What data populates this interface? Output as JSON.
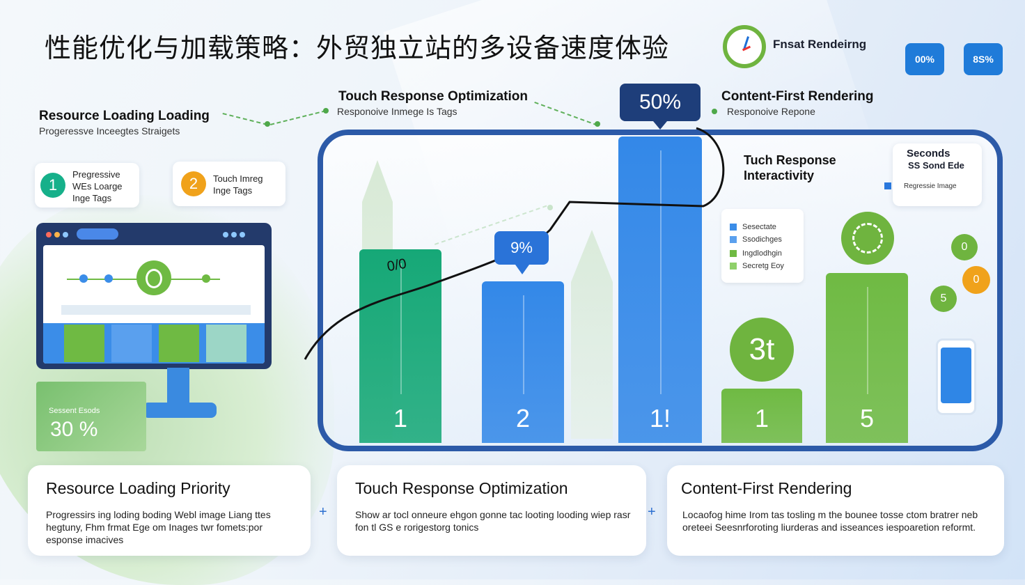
{
  "title": "性能优化与加载策略：外贸独立站的多设备速度体验",
  "brand": {
    "name": "Fnsat Rendeirng",
    "badges": [
      "00%",
      "8S%"
    ]
  },
  "top_labels": {
    "resource": {
      "heading": "Resource Loading Loading",
      "sub": "Progeressve Inceegtes Straigets"
    },
    "touch": {
      "heading": "Touch Response Optimization",
      "sub": "Responoive Inmege Is Tags"
    },
    "content": {
      "heading": "Content-First Rendering",
      "sub": "Responoive Repone"
    }
  },
  "steps": [
    {
      "num": "1",
      "text": "Pregressive WEs Loarge Inge Tags",
      "color": "#16b08a"
    },
    {
      "num": "2",
      "text": "Touch Imreg Inge Tags",
      "color": "#f0a21b"
    }
  ],
  "stat_panel": {
    "small": "Sessent Esods",
    "big": "30 %"
  },
  "chart_data": {
    "type": "bar",
    "categories": [
      "1",
      "2",
      "1!",
      "1",
      "5"
    ],
    "values": [
      278,
      232,
      440,
      78,
      244
    ],
    "colors": [
      "#16a877",
      "#3388e8",
      "#3388e8",
      "#6fba43",
      "#6fba43"
    ],
    "callouts": [
      "0/0",
      "9%",
      "50%"
    ],
    "circle_label": "3t"
  },
  "right_labels": {
    "touch": [
      "Tuch Response",
      "Interactivity"
    ],
    "seconds": {
      "heading": "Seconds",
      "sub": "SS Sond Ede",
      "item": "Regressie Image"
    }
  },
  "legend": [
    {
      "label": "Sesectate",
      "color": "#3b8de8"
    },
    {
      "label": "Ssodichges",
      "color": "#5aa0ee"
    },
    {
      "label": "Ingdlodhgin",
      "color": "#6fba43"
    },
    {
      "label": "Secretg Eoy",
      "color": "#8fd06a"
    }
  ],
  "mini_badges": [
    "0",
    "5",
    "0"
  ],
  "cards": [
    {
      "title": "Resource Loading Priority",
      "body": "Progressirs ing loding boding Webl image Liang ttes hegtuny, Fhm frmat Ege om Inages twr fomets:por esponse imacives"
    },
    {
      "title": "Touch Response Optimization",
      "body": "Show ar tocl onneure ehgon gonne tac looting looding wiep rasr fon tl GS e rorigestorg tonics"
    },
    {
      "title": "Content-First Rendering",
      "body": "Locaofog hime Irom tas tosling m the bounee tosse ctom bratrer neb oreteei Seesnrforoting liurderas and isseances iespoaretion reformt."
    }
  ]
}
